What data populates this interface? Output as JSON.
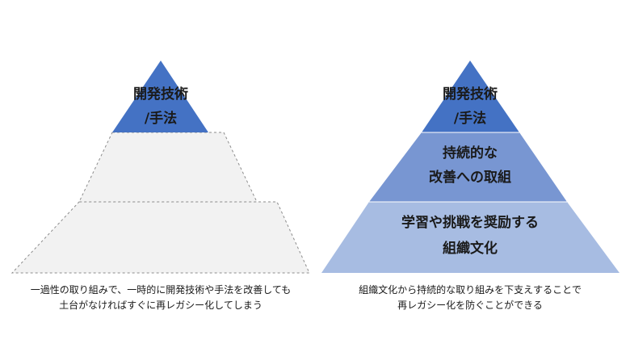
{
  "left_pyramid": {
    "top_tier": {
      "line1": "開発技術",
      "line2": "/手法",
      "color": "#4472C4"
    },
    "caption": {
      "line1": "一過性の取り組みで、一時的に開発技術や手法を改善しても",
      "line2": "土台がなければすぐに再レガシー化してしまう"
    }
  },
  "right_pyramid": {
    "top_tier": {
      "line1": "開発技術",
      "line2": "/手法",
      "color": "#4472C4"
    },
    "middle_tier": {
      "line1": "持続的な",
      "line2": "改善への取組",
      "color": "#7896D2"
    },
    "bottom_tier": {
      "line1": "学習や挑戦を奨励する",
      "line2": "組織文化",
      "color": "#A7BCE2"
    },
    "caption": {
      "line1": "組織文化から持続的な取り組みを下支えすることで",
      "line2": "再レガシー化を防ぐことができる"
    }
  }
}
